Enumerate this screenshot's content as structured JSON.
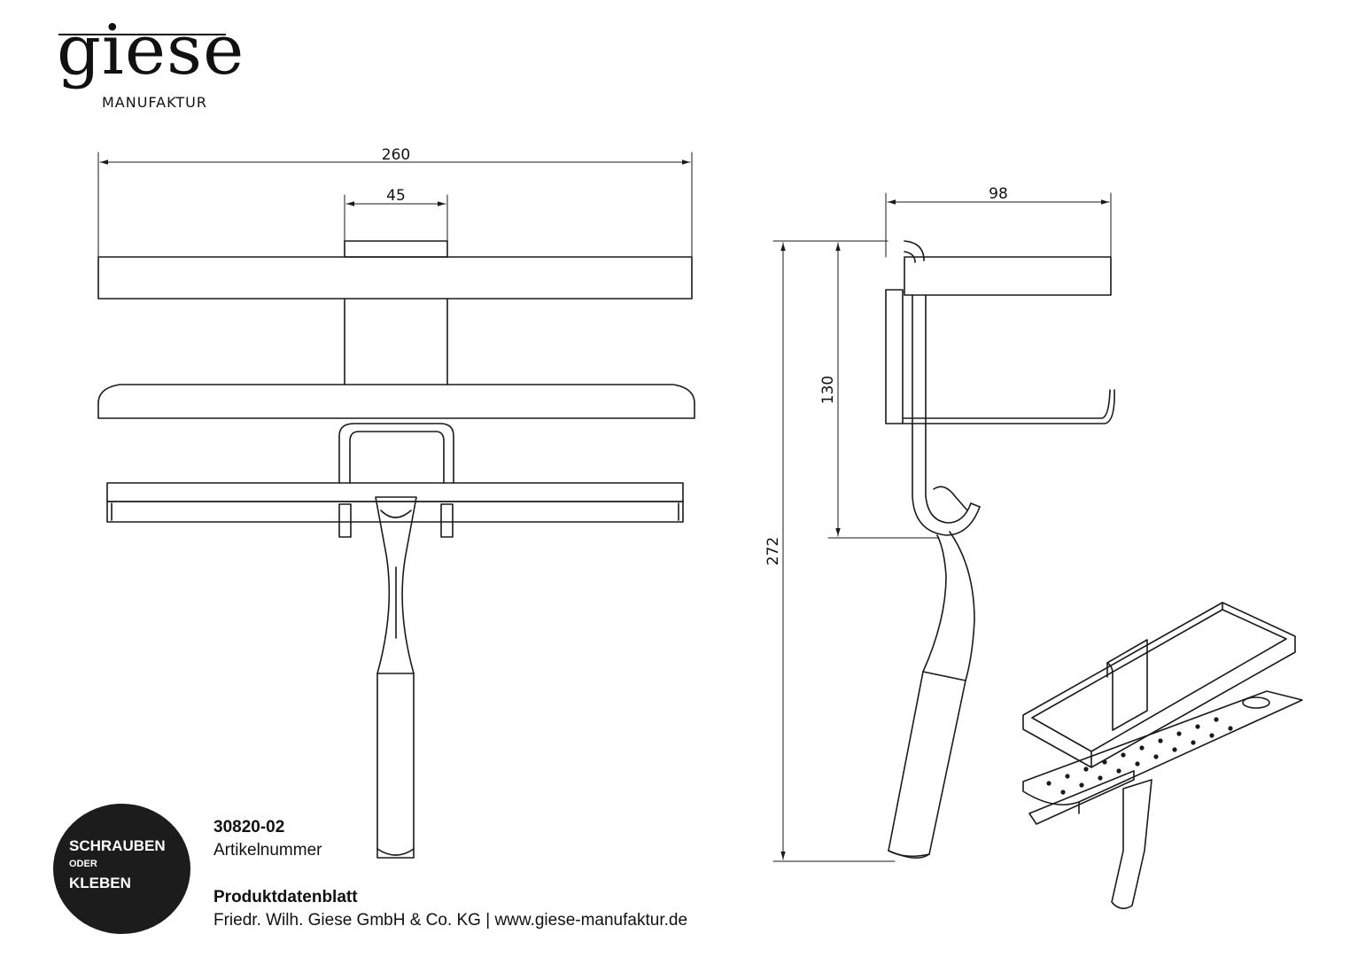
{
  "brand": {
    "name": "giese",
    "subtitle": "MANUFAKTUR"
  },
  "dimensions": {
    "front_width": "260",
    "front_mount_width": "45",
    "side_depth": "98",
    "side_height_total": "272",
    "side_height_mount": "130"
  },
  "badge": {
    "line1": "SCHRAUBEN",
    "line2": "ODER",
    "line3": "KLEBEN"
  },
  "product": {
    "article_number": "30820-02",
    "article_label": "Artikelnummer",
    "sheet_title": "Produktdatenblatt",
    "company_line": "Friedr. Wilh. Giese GmbH & Co. KG | www.giese-manufaktur.de"
  },
  "colors": {
    "line": "#1a1a1a",
    "badge_bg": "#1c1c1c",
    "badge_text": "#ffffff"
  }
}
